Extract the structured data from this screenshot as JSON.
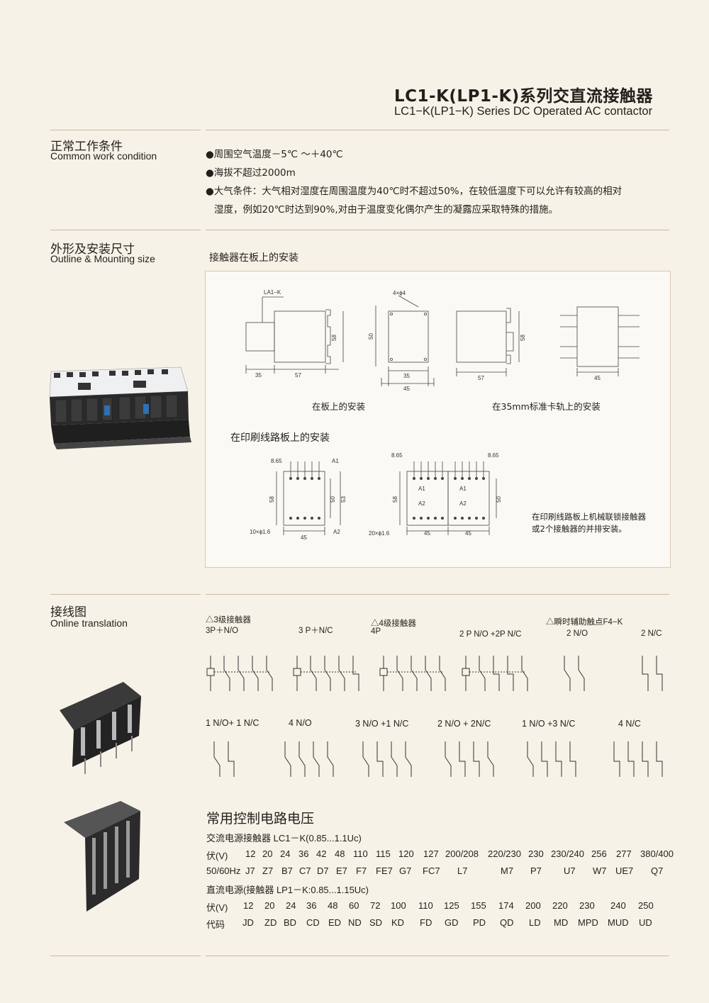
{
  "header": {
    "title_cn": "LC1-K(LP1-K)系列交直流接触器",
    "title_en": "LC1−K(LP1−K) Series DC Operated AC contactor"
  },
  "section_conditions": {
    "title_cn": "正常工作条件",
    "title_en": "Common work condition",
    "lines": [
      "●周围空气温度－5℃ ～＋40℃",
      "●海拔不超过2000m",
      "●大气条件：大气相对湿度在周围温度为40℃时不超过50%，在较低温度下可以允许有较高的相对",
      "湿度，例如20℃时达到90%,对由于温度变化偶尔产生的凝露应采取特殊的措施。"
    ]
  },
  "section_outline": {
    "title_cn": "外形及安装尺寸",
    "title_en": "Outline & Mounting size",
    "sub_title": "接触器在板上的安装",
    "caption_panel": "在板上的安装",
    "caption_rail": "在35mm标准卡轨上的安装",
    "pcb_title": "在印刷线路板上的安装",
    "pcb_note_1": "在印刷线路板上机械联锁接触器",
    "pcb_note_2": "或2个接触器的并排安装。",
    "dims": {
      "la1k": "LA1−K",
      "holes4": "4×ϕ4",
      "d35": "35",
      "d57": "57",
      "d58": "58",
      "d50": "50",
      "d45": "45",
      "d53": "53",
      "d865": "8.65",
      "holes10": "10×ϕ1.6",
      "holes20": "20×ϕ1.6",
      "a1": "A1",
      "a2": "A2"
    }
  },
  "section_wiring": {
    "title_cn": "接线图",
    "title_en": "Online translation",
    "group1_cn": "△3级接触器",
    "g1_l1": "3P＋N/O",
    "g1_l2": "3 P＋N/C",
    "group2_cn": "△4级接触器",
    "g2_l1": "4P",
    "g2_l2": "2 P N/O +2P N/C",
    "group3_cn": "△瞬时辅助触点F4−K",
    "g3_l1": "2 N/O",
    "g3_l2": "2 N/C",
    "row2": [
      "1 N/O+ 1 N/C",
      "4 N/O",
      "3 N/O +1 N/C",
      "2 N/O + 2N/C",
      "1 N/O +3 N/C",
      "4 N/C"
    ]
  },
  "section_voltage": {
    "title": "常用控制电路电压",
    "ac_title": "交流电源接触器 LC1－K(0.85...1.1Uc)",
    "ac_volt_label": "伏(V)",
    "ac_volts": [
      "12",
      "20",
      "24",
      "36",
      "42",
      "48",
      "110",
      "115",
      "120",
      "127",
      "200/208",
      "220/230",
      "230",
      "230/240",
      "256",
      "277",
      "380/400"
    ],
    "ac_code_label": "50/60Hz",
    "ac_codes": [
      "J7",
      "Z7",
      "B7",
      "C7",
      "D7",
      "E7",
      "F7",
      "FE7",
      "G7",
      "FC7",
      "L7",
      "M7",
      "P7",
      "U7",
      "W7",
      "UE7",
      "Q7"
    ],
    "dc_title": "直流电源(接触器 LP1－K:0.85...1.15Uc)",
    "dc_volt_label": "伏(V)",
    "dc_volts": [
      "12",
      "20",
      "24",
      "36",
      "48",
      "60",
      "72",
      "100",
      "110",
      "125",
      "155",
      "174",
      "200",
      "220",
      "230",
      "240",
      "250"
    ],
    "dc_code_label": "代码",
    "dc_codes": [
      "JD",
      "ZD",
      "BD",
      "CD",
      "ED",
      "ND",
      "SD",
      "KD",
      "FD",
      "GD",
      "PD",
      "QD",
      "LD",
      "MD",
      "MPD",
      "MUD",
      "UD"
    ]
  },
  "colors": {
    "background": "#f7f2e7",
    "rule": "#c9b8a0",
    "text": "#231f1c"
  }
}
